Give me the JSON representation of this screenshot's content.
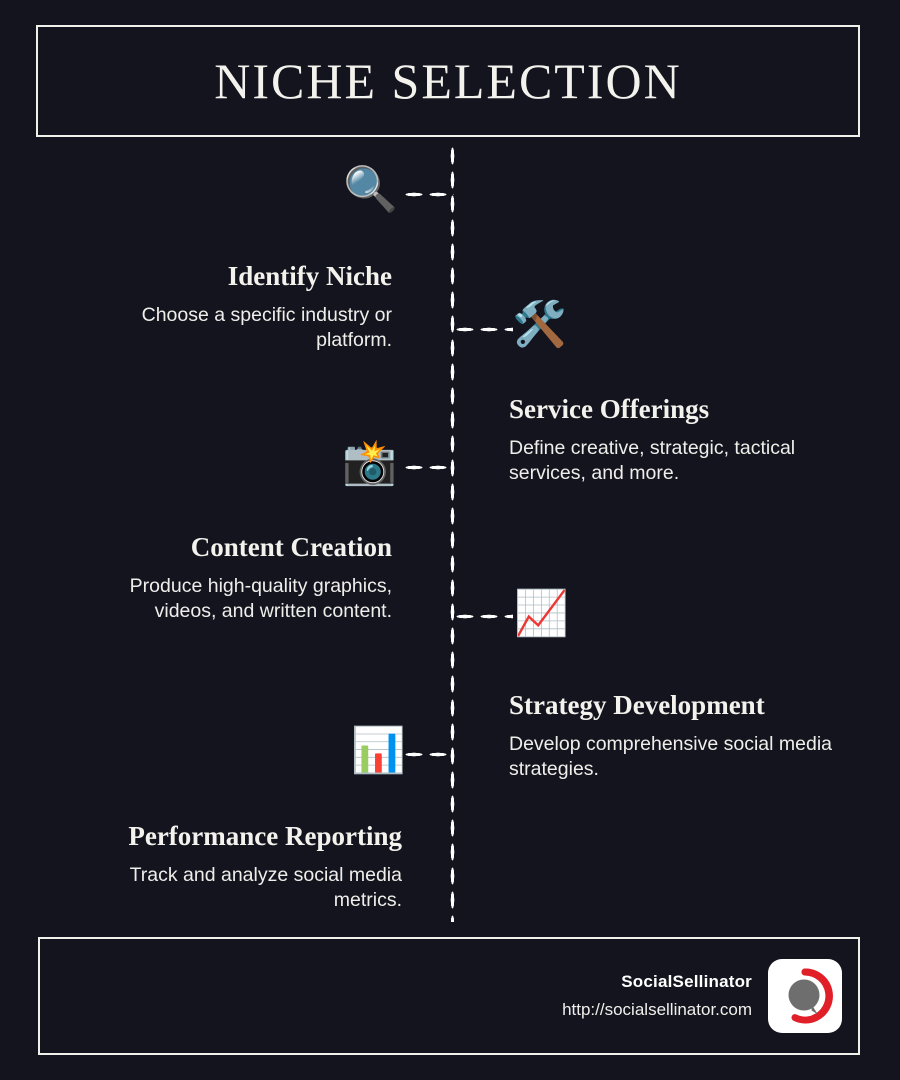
{
  "title": "NICHE SELECTION",
  "steps": [
    {
      "icon": "magnifying-glass-icon",
      "glyph": "🔍",
      "heading": "Identify Niche",
      "body": "Choose a specific industry or platform.",
      "side": "left"
    },
    {
      "icon": "hammer-and-wrench-icon",
      "glyph": "🛠️",
      "heading": "Service Offerings",
      "body": "Define creative, strategic, tactical services, and more.",
      "side": "right"
    },
    {
      "icon": "camera-with-flash-icon",
      "glyph": "📸",
      "heading": "Content Creation",
      "body": "Produce high-quality graphics, videos, and written content.",
      "side": "left"
    },
    {
      "icon": "chart-increasing-icon",
      "glyph": "📈",
      "heading": "Strategy Development",
      "body": "Develop comprehensive social media strategies.",
      "side": "right"
    },
    {
      "icon": "bar-chart-icon",
      "glyph": "📊",
      "heading": "Performance Reporting",
      "body": "Track and analyze social media metrics.",
      "side": "left"
    }
  ],
  "footer": {
    "brand": "SocialSellinator",
    "url": "http://socialsellinator.com",
    "logo_icon": "socialsellinator-logo-icon"
  },
  "colors": {
    "background": "#14141f",
    "frame": "#f2f0ea",
    "heading": "#f4f2ec",
    "body": "#efeeea",
    "logo_ring": "#e01f28",
    "logo_bubble": "#6e6e6e",
    "logo_plate": "#ffffff"
  }
}
